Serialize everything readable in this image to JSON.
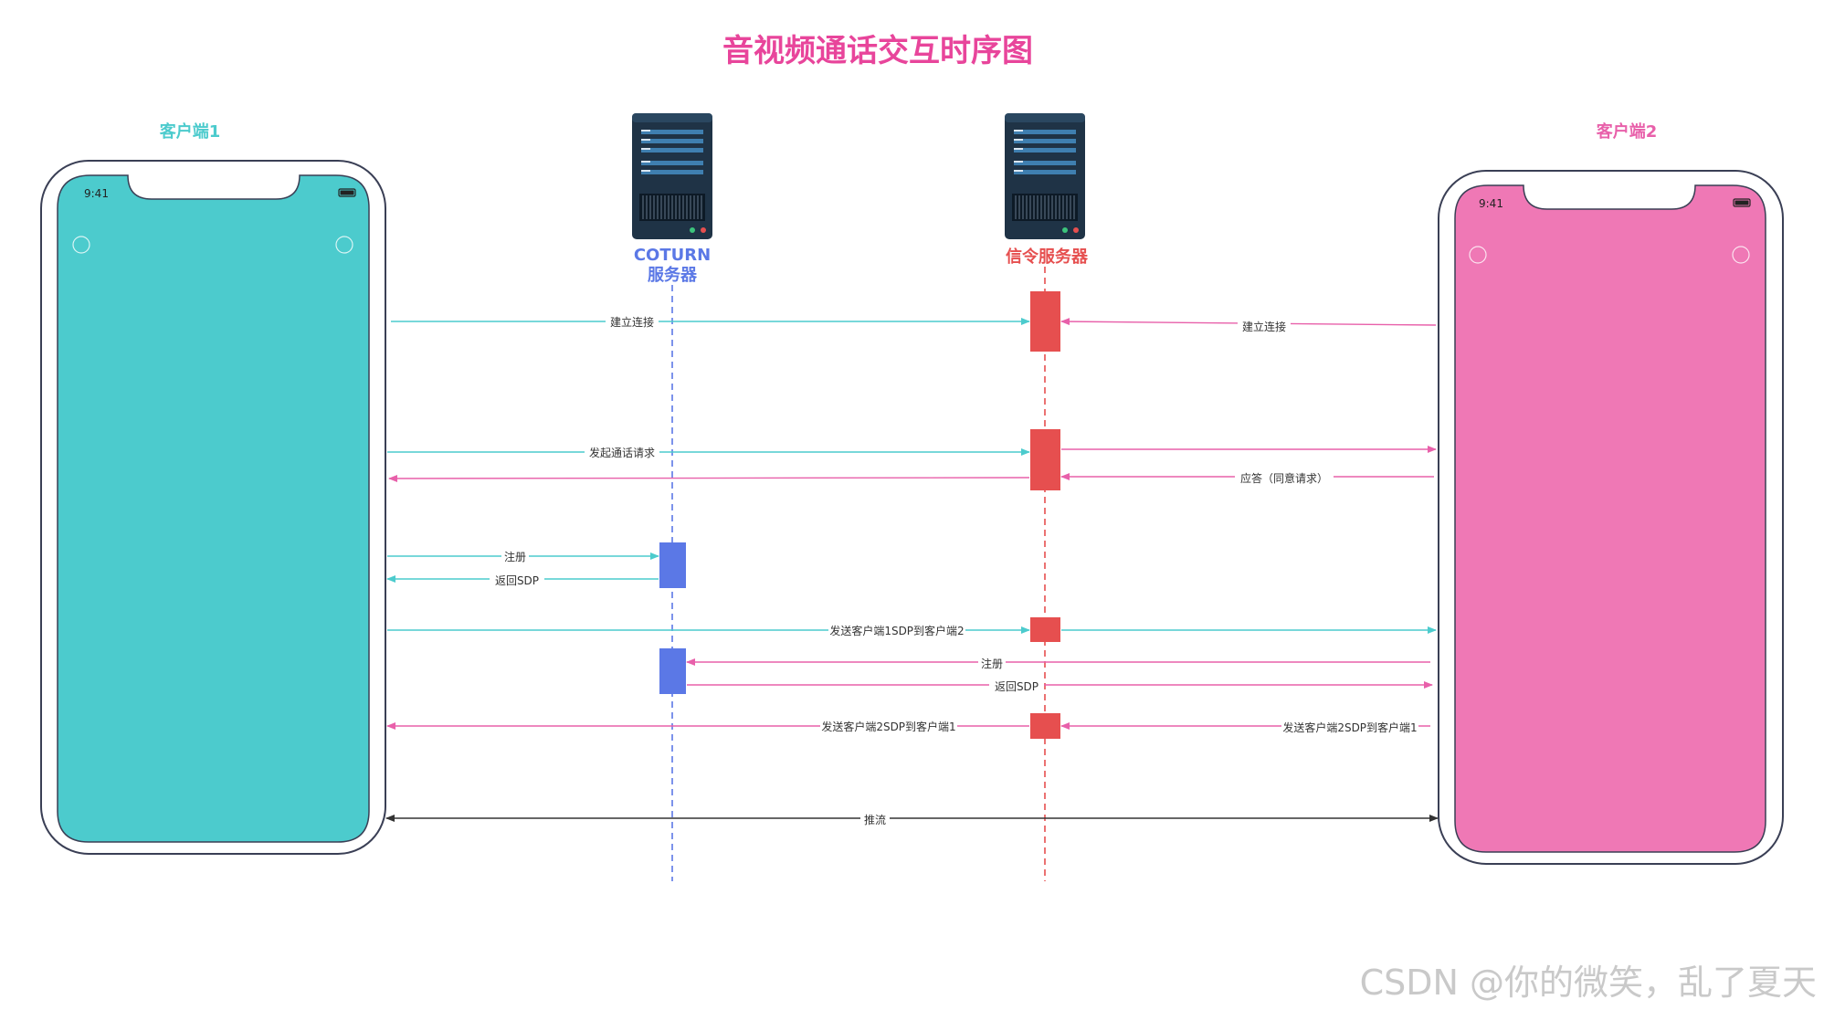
{
  "title": "音视频通话交互时序图",
  "participants": {
    "client1": {
      "label": "客户端1",
      "time": "9:41",
      "color": "#4ccbcd"
    },
    "coturn": {
      "label_line1": "COTURN",
      "label_line2": "服务器",
      "color": "#5b78e6"
    },
    "signal": {
      "label": "信令服务器",
      "color": "#e64f4f"
    },
    "client2": {
      "label": "客户端2",
      "time": "9:41",
      "color": "#ef78b5"
    }
  },
  "messages": {
    "m1": "建立连接",
    "m2": "建立连接",
    "m3": "发起通话请求",
    "m4": "应答（同意请求）",
    "m5": "注册",
    "m6": "返回SDP",
    "m7": "发送客户端1SDP到客户端2",
    "m8": "注册",
    "m9": "返回SDP",
    "m10": "发送客户端2SDP到客户端1",
    "m11": "发送客户端2SDP到客户端1",
    "m12": "推流"
  },
  "colors": {
    "cyan": "#4ccbcd",
    "pink": "#e860aa",
    "red": "#e64f4f",
    "blue": "#5b78e6",
    "dark": "#333333",
    "server_body": "#1f3346",
    "title": "#e8459b"
  },
  "watermark": "CSDN @你的微笑，乱了夏天"
}
